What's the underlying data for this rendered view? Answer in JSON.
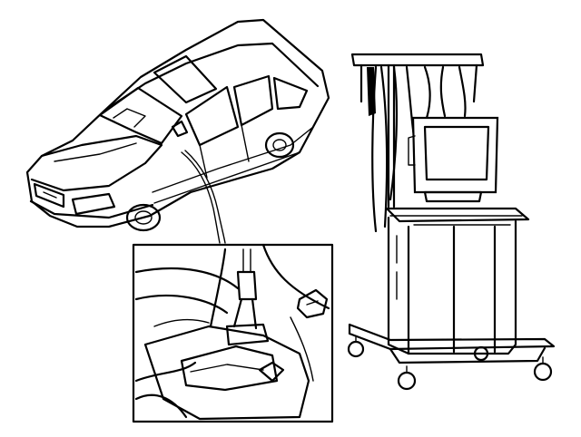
{
  "figure": {
    "background": "#ffffff",
    "line_color": "#000000",
    "parts": [
      "station-wagon",
      "detail-inset",
      "diagnostic-cart"
    ]
  }
}
